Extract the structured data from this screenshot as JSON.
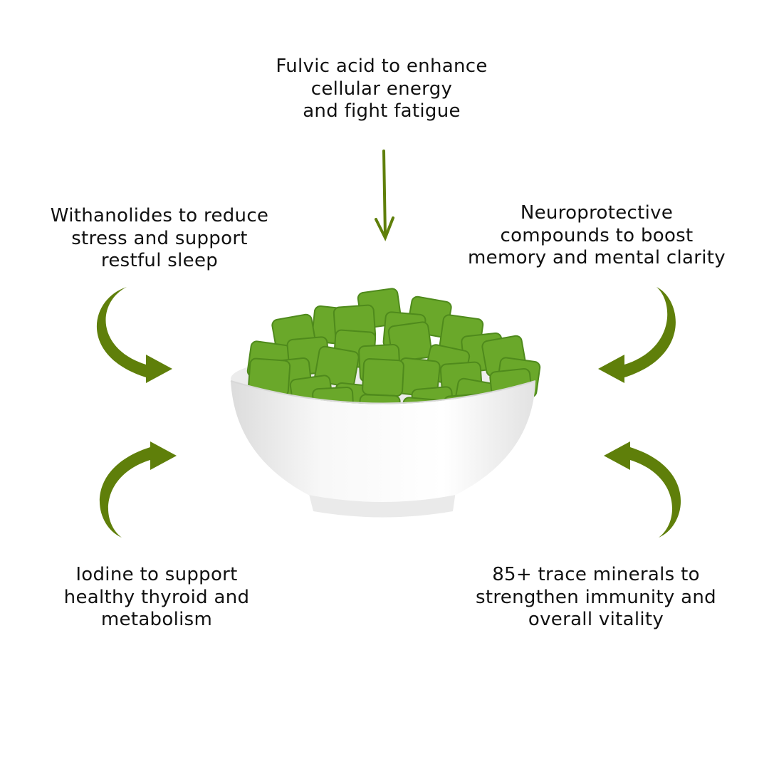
{
  "colors": {
    "arrow": "#5f7f0a",
    "cube": "#6aa82a",
    "cube_dark": "#4f8a1c",
    "bowl": "#f4f4f4"
  },
  "benefits": {
    "top": {
      "lines": [
        "Fulvic acid to enhance",
        "cellular energy",
        "and fight fatigue"
      ],
      "icon": "arrow-down-icon"
    },
    "top_left": {
      "lines": [
        "Withanolides to reduce",
        "stress and support",
        "restful sleep"
      ],
      "icon": "curved-arrow-icon"
    },
    "top_right": {
      "lines": [
        "Neuroprotective",
        "compounds to boost",
        "memory and mental clarity"
      ],
      "icon": "curved-arrow-icon"
    },
    "bottom_left": {
      "lines": [
        "Iodine to support",
        "healthy thyroid and",
        "metabolism"
      ],
      "icon": "curved-arrow-icon"
    },
    "bottom_right": {
      "lines": [
        "85+ trace minerals to",
        "strengthen immunity and",
        "overall vitality"
      ],
      "icon": "curved-arrow-icon"
    }
  }
}
